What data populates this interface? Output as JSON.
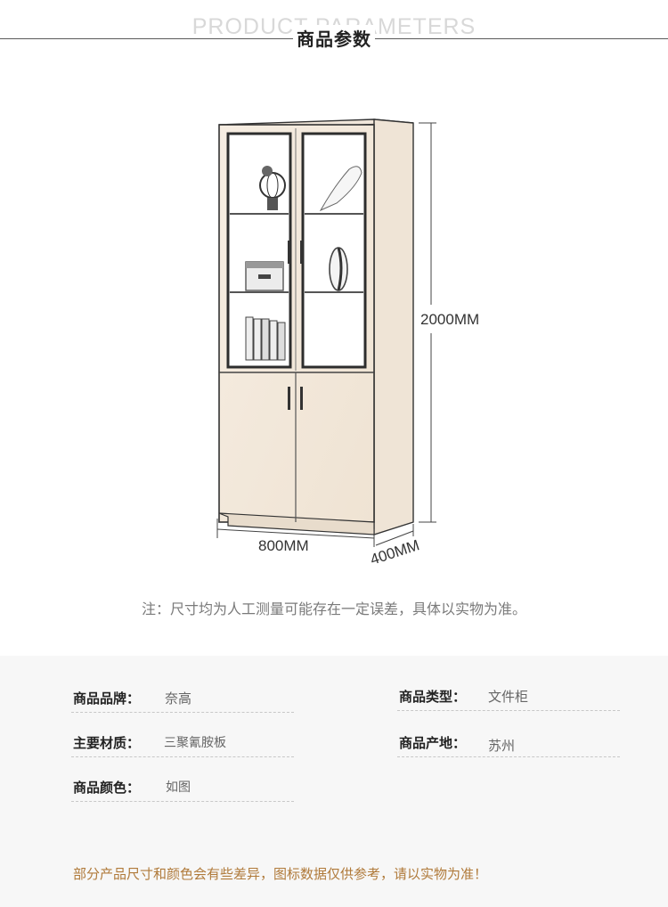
{
  "header": {
    "bg_text": "PRODUCT PARAMETERS",
    "title": "商品参数"
  },
  "dimensions": {
    "height_label": "2000MM",
    "width_label": "800MM",
    "depth_label": "400MM"
  },
  "note": "注：尺寸均为人工测量可能存在一定误差，具体以实物为准。",
  "params": [
    {
      "key": "商品品牌：",
      "value": "奈高"
    },
    {
      "key": "商品类型：",
      "value": "文件柜"
    },
    {
      "key": "主要材质：",
      "value": "三聚氰胺板"
    },
    {
      "key": "商品产地：",
      "value": "苏州"
    },
    {
      "key": "商品颜色：",
      "value": "如图"
    }
  ],
  "disclaimer": "部分产品尺寸和颜色会有些差异，图标数据仅供参考，请以实物为准！",
  "colors": {
    "line": "#5a5a5a",
    "panel_bg": "#f7f7f7",
    "disclaimer": "#b07a3a",
    "wood": "#f3e7d8"
  }
}
